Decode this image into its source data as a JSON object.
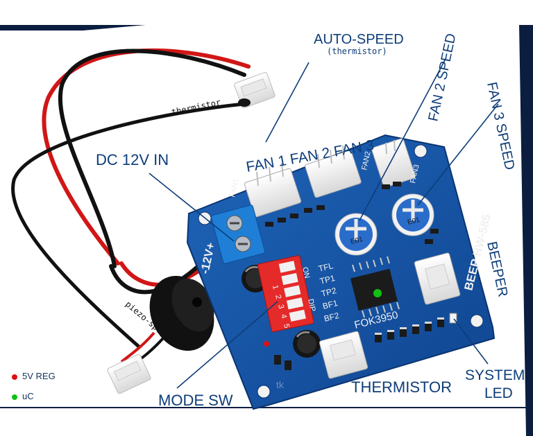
{
  "callouts": {
    "auto_speed": "AUTO-SPEED",
    "auto_speed_sub": "(thermistor)",
    "fan2_speed": "FAN 2 SPEED",
    "fan3_speed": "FAN 3 SPEED",
    "dc_in": "DC 12V IN",
    "fan_headers": "FAN 1 FAN 2 FAN 3",
    "beeper": "BEEPER",
    "system_led_1": "SYSTEM",
    "system_led_2": "LED",
    "thermistor_conn": "THERMISTOR",
    "mode_sw": "MODE SW",
    "thermistor_probe": "thermistor",
    "piezo": "piezo-speaker"
  },
  "board_silk": {
    "model": "BEEP HW-585",
    "power": "-12V+",
    "fan1": "FAN1",
    "fan2": "FAN2",
    "fan3": "FAN3",
    "chip": "FOK3950",
    "dip_on": "ON",
    "dip": "DIP",
    "dip_numbers": [
      "1",
      "2",
      "3",
      "4",
      "5"
    ],
    "dip_labels": [
      "TFL",
      "TP1",
      "TP2",
      "BF1",
      "BF2"
    ],
    "pot_label": "E01"
  },
  "legend": [
    {
      "label": "5V REG",
      "color": "#e01010"
    },
    {
      "label": "uC",
      "color": "#12c012"
    }
  ],
  "watermark": "tk"
}
